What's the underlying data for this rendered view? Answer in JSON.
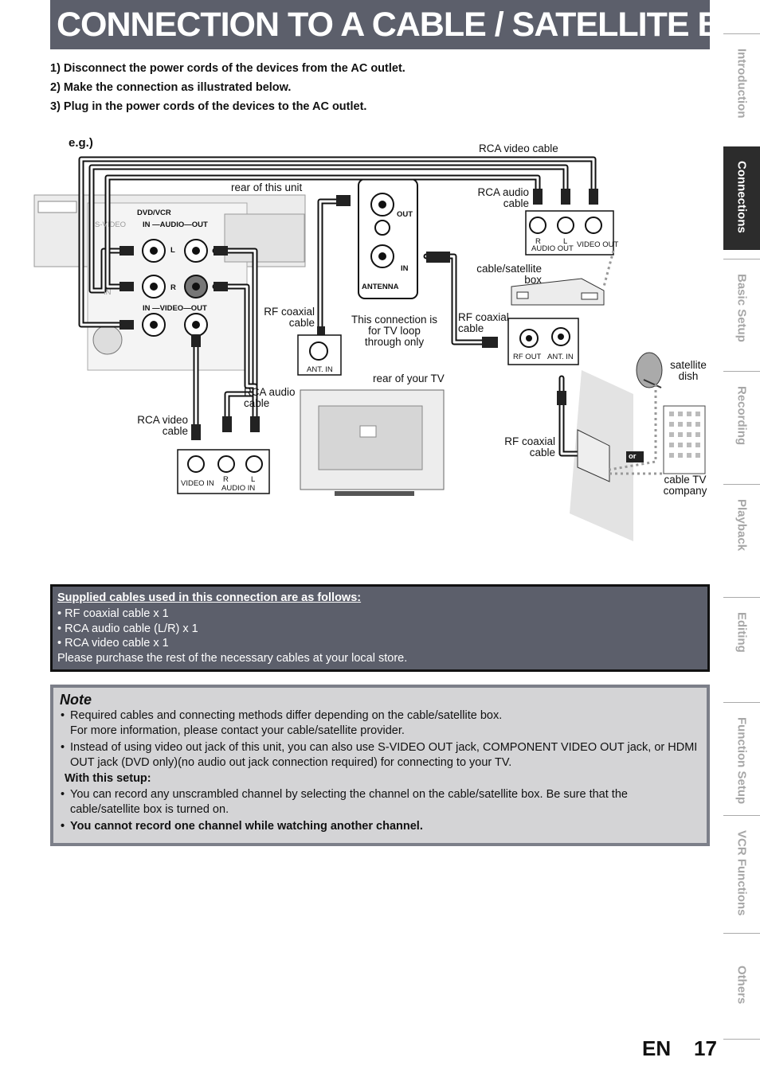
{
  "title": "CONNECTION TO A CABLE / SATELLITE BOX",
  "steps": [
    "1) Disconnect the power cords of the devices from the AC outlet.",
    "2) Make the connection as illustrated below.",
    "3) Plug in the power cords of the devices to the AC outlet."
  ],
  "diagram": {
    "eg": "e.g.)",
    "rca_video_cable_top": "RCA video cable",
    "rear_of_unit": "rear of this unit",
    "dvd_vcr": "DVD/VCR",
    "s_video": "S-VIDEO",
    "in_audio_out": "IN —AUDIO—OUT",
    "in_video_out": "IN —VIDEO—OUT",
    "l": "L",
    "r": "R",
    "in_ghost": "IN",
    "out": "OUT",
    "in": "IN",
    "antenna": "ANTENNA",
    "rca_audio_cable_top": "RCA audio\ncable",
    "r_small": "R",
    "l_small": "L",
    "audio_out": "AUDIO OUT",
    "video_out": "VIDEO OUT",
    "cable_sat_box": "cable/satellite\nbox",
    "rf_coaxial_cable_left": "RF coaxial\ncable",
    "tv_loop_note": "This connection is\nfor TV loop\nthrough only",
    "rf_coaxial_cable_mid": "RF coaxial\ncable",
    "rf_out": "RF OUT",
    "ant_in_box": "ANT. IN",
    "ant_in_tv": "ANT. IN",
    "satellite_dish": "satellite\ndish",
    "rear_of_tv": "rear of your TV",
    "rca_audio_cable_bottom": "RCA audio\ncable",
    "rca_video_cable_bottom": "RCA video\ncable",
    "video_in": "VIDEO IN",
    "audio_in": "AUDIO IN",
    "rf_coaxial_cable_bottom": "RF coaxial\ncable",
    "or": "or",
    "cable_tv_company": "cable TV\ncompany"
  },
  "supplied": {
    "header": "Supplied cables used in this connection are as follows:",
    "items": [
      "• RF coaxial cable x 1",
      "• RCA audio cable (L/R) x 1",
      "• RCA video cable x 1"
    ],
    "footer": "Please purchase the rest of the necessary cables at your local store."
  },
  "note": {
    "title": "Note",
    "bullet1_line1": "Required cables and connecting methods differ depending on the cable/satellite box.",
    "bullet1_line2": "For more information, please contact your cable/satellite provider.",
    "bullet2": "Instead of using video out jack of this unit, you can also use S-VIDEO OUT jack, COMPONENT VIDEO OUT jack, or HDMI OUT jack (DVD only)(no audio out jack connection required) for connecting to your TV.",
    "subheader": "With this setup:",
    "bullet3": "You can record any unscrambled channel by selecting the channel on the cable/satellite box. Be sure that the cable/satellite box is turned on.",
    "bullet4": "You cannot record one channel while watching another channel."
  },
  "side_tabs": [
    {
      "label": "Introduction",
      "active": false
    },
    {
      "label": "Connections",
      "active": true
    },
    {
      "label": "Basic Setup",
      "active": false
    },
    {
      "label": "Recording",
      "active": false
    },
    {
      "label": "Playback",
      "active": false
    },
    {
      "label": "Editing",
      "active": false
    },
    {
      "label": "Function Setup",
      "active": false
    },
    {
      "label": "VCR Functions",
      "active": false
    },
    {
      "label": "Others",
      "active": false
    }
  ],
  "footer": {
    "lang": "EN",
    "page": "17"
  }
}
